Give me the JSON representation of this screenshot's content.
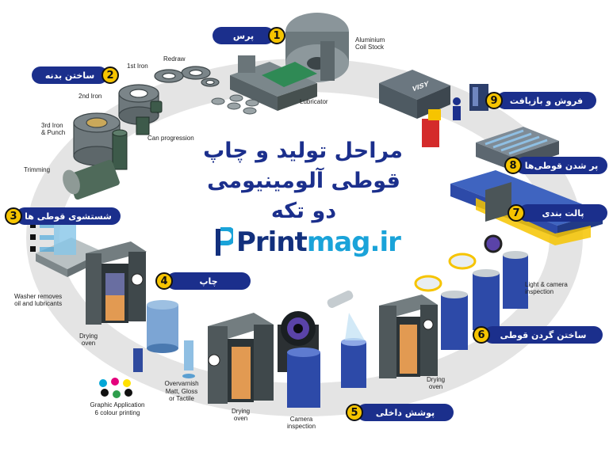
{
  "title": {
    "line1": "مراحل تولید و چاپ",
    "line2": "قوطی آلومینیومی",
    "line3": "دو تکه"
  },
  "logo": {
    "part1": "Print",
    "part2": "mag.ir",
    "color_dark": "#12307d",
    "color_light": "#1aa3d9"
  },
  "colors": {
    "pill": "#1b2f8c",
    "badge": "#f6c400",
    "ring": "#e6e6e6",
    "can": "#2d4aa8",
    "machine": "#5f6b6f"
  },
  "steps": [
    {
      "number": "1",
      "label": "پرس"
    },
    {
      "number": "2",
      "label": "ساختن بدنه"
    },
    {
      "number": "3",
      "label": "شستشوی قوطی ها"
    },
    {
      "number": "4",
      "label": "چاپ"
    },
    {
      "number": "5",
      "label": "پوشش داخلی"
    },
    {
      "number": "6",
      "label": "ساختن گردن قوطی"
    },
    {
      "number": "7",
      "label": "پالت بندی"
    },
    {
      "number": "8",
      "label": "پر شدن قوطی‌ها"
    },
    {
      "number": "9",
      "label": "فروش و بازیافت"
    }
  ],
  "labels": {
    "aluminium_coil": "Aluminium\nCoil Stock",
    "lubricator": "Lubricator",
    "redraw": "Redraw",
    "first_iron": "1st Iron",
    "second_iron": "2nd Iron",
    "third_iron": "3rd Iron\n& Punch",
    "can_progression": "Can progression",
    "trimming": "Trimming",
    "washer": "Washer removes\noil and lubricants",
    "drying_oven_left": "Drying\noven",
    "graphic_application": "Graphic Application",
    "colour_printing": "6 colour printing",
    "overvarnish": "Overvarnish",
    "overvarnish_sub": "Matt, Gloss\nor Tactile",
    "drying_oven_bottom": "Drying\noven",
    "camera_inspection": "Camera\ninspection",
    "drying_oven_right": "Drying\noven",
    "light_camera": "Light & camera\ninspection",
    "visy": "VISY"
  }
}
